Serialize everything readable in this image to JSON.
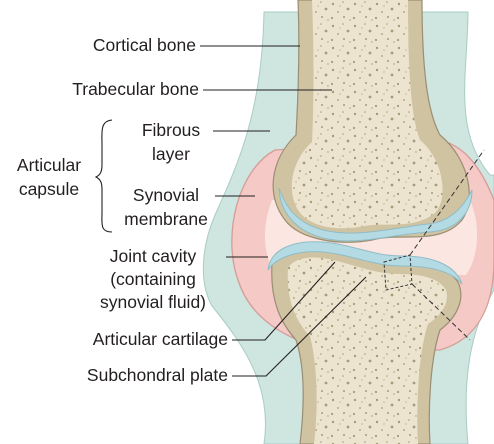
{
  "labels": {
    "cortical_bone": "Cortical bone",
    "trabecular_bone": "Trabecular bone",
    "articular_capsule_line1": "Articular",
    "articular_capsule_line2": "capsule",
    "fibrous_layer_line1": "Fibrous",
    "fibrous_layer_line2": "layer",
    "synovial_membrane_line1": "Synovial",
    "synovial_membrane_line2": "membrane",
    "joint_cavity_line1": "Joint cavity",
    "joint_cavity_line2": "(containing",
    "joint_cavity_line3": "synovial fluid)",
    "articular_cartilage": "Articular cartilage",
    "subchondral_plate": "Subchondral plate"
  },
  "colors": {
    "capsule_outer": "#cfe5e0",
    "synovial_pink": "#f4c9c6",
    "joint_space": "#fbe6e2",
    "cartilage_blue": "#b4dbe3",
    "cortical_bone": "#cfc3a2",
    "trabecular_bone": "#ece4cf",
    "outline": "#9a8e74",
    "label_text": "#231f20",
    "leader_line": "#231f20"
  }
}
